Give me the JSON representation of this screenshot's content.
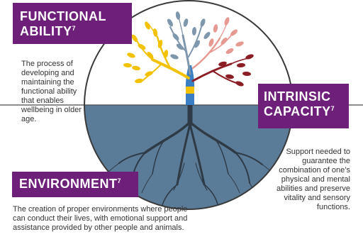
{
  "functional_ability": {
    "title_line1": "FUNCTIONAL",
    "title_line2": "ABILITY",
    "ref": "7",
    "description": "The process of developing and maintaining the functional ability that enables wellbeing in older age."
  },
  "intrinsic_capacity": {
    "title_line1": "INTRINSIC",
    "title_line2": "CAPACITY",
    "ref": "7",
    "description": "Support needed to guarantee the combination of one’s physical and mental abilities and preserve vitality and sensory functions."
  },
  "environment": {
    "title": "ENVIRONMENT",
    "ref": "7",
    "description": "The creation of proper environments where people can conduct their lives, with emotional support and assistance provided by other people and animals."
  },
  "colors": {
    "badge": "#6e1f7a",
    "water": "#5b7c99",
    "roots": "#2e3b47",
    "trunk": "#3a7fc4",
    "yellow": "#f2c200",
    "blue_grey": "#7f97ad",
    "pink": "#e79a92",
    "maroon": "#8b1d24"
  }
}
